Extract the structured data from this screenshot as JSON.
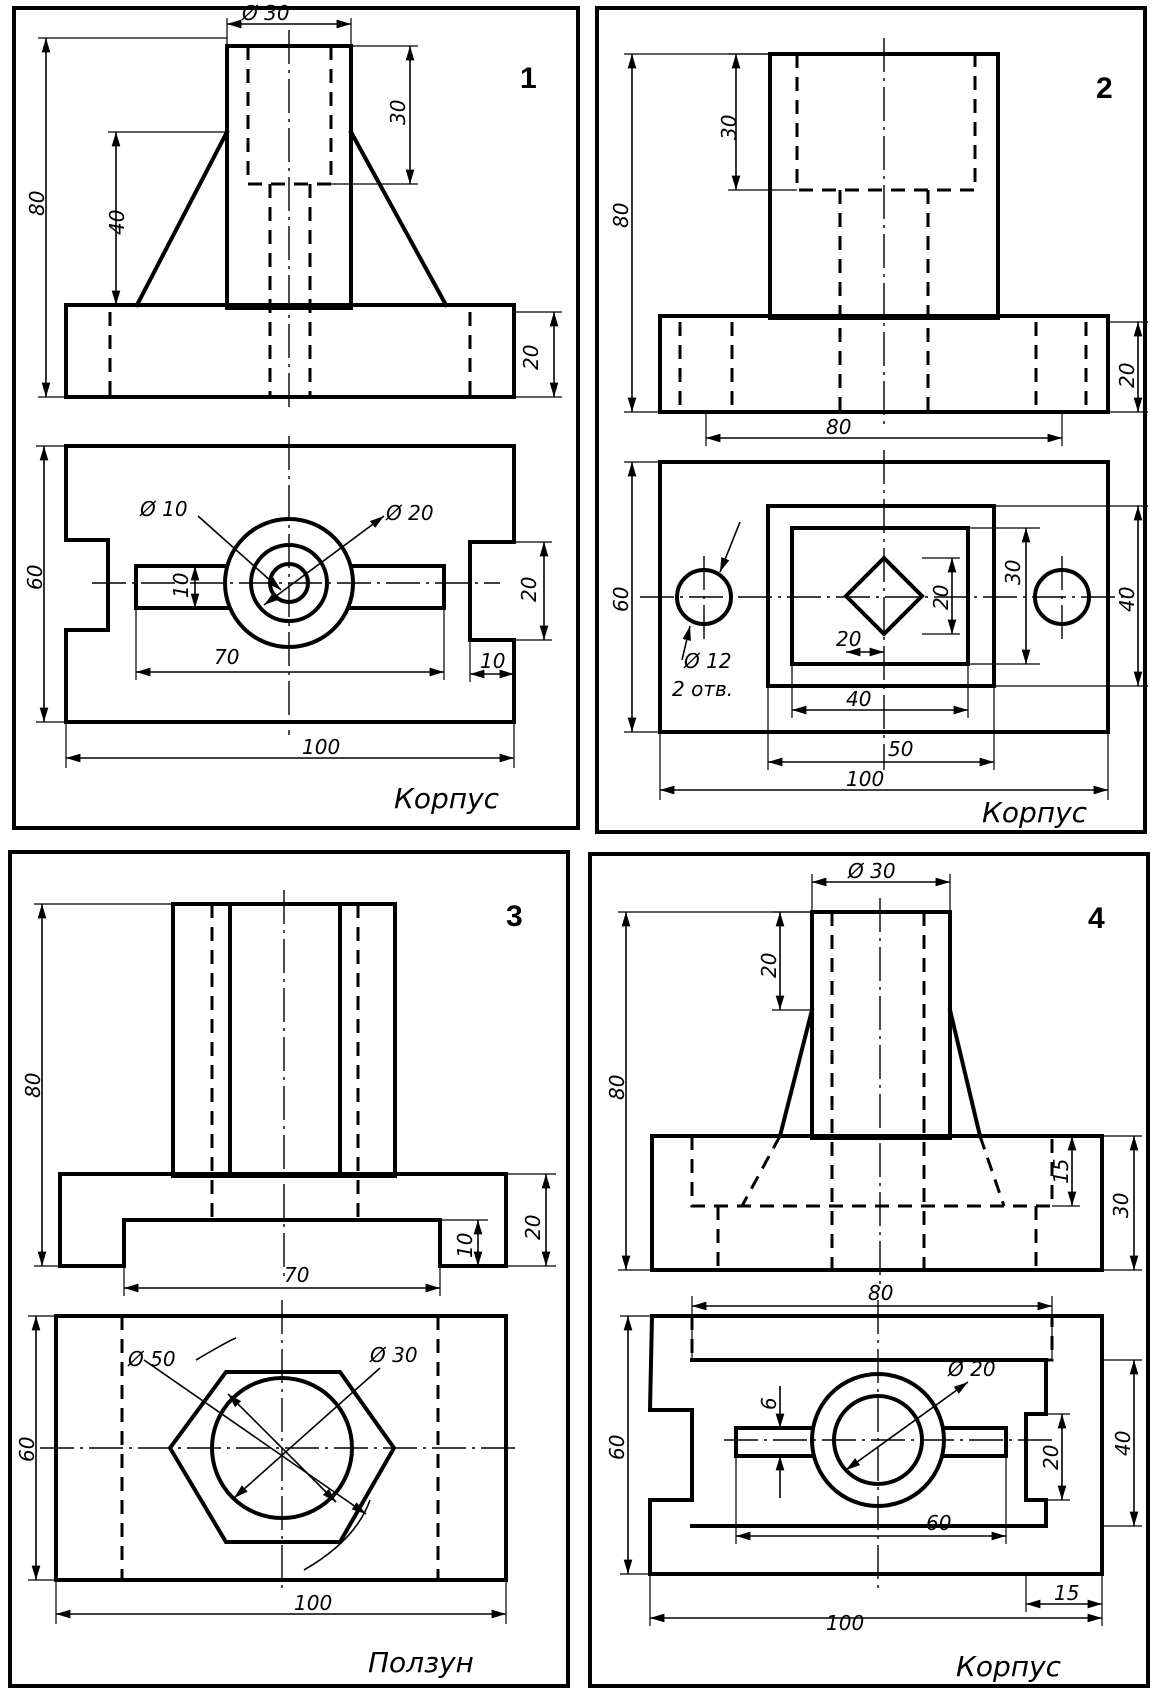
{
  "drawings": [
    {
      "number": "1",
      "caption": "Корпус",
      "dims": {
        "d30": "Ø 30",
        "h30": "30",
        "h40": "40",
        "h80": "80",
        "h20": "20",
        "d10": "Ø 10",
        "d20": "Ø 20",
        "w10": "10",
        "w20": "20",
        "w70": "70",
        "w10b": "10",
        "h60": "60",
        "w100": "100"
      }
    },
    {
      "number": "2",
      "caption": "Корпус",
      "dims": {
        "h30": "30",
        "h80": "80",
        "h20": "20",
        "w80": "80",
        "h60": "60",
        "d12": "Ø 12",
        "holes": "2 отв.",
        "w20": "20",
        "v20": "20",
        "v30": "30",
        "v40": "40",
        "w40": "40",
        "w50": "50",
        "w100": "100"
      }
    },
    {
      "number": "3",
      "caption": "Ползун",
      "dims": {
        "h80": "80",
        "h20": "20",
        "h10": "10",
        "w70": "70",
        "d50": "Ø 50",
        "d30": "Ø 30",
        "h60": "60",
        "w100": "100"
      }
    },
    {
      "number": "4",
      "caption": "Корпус",
      "dims": {
        "d30": "Ø 30",
        "h20": "20",
        "h80": "80",
        "h15": "15",
        "h30": "30",
        "w80": "80",
        "d20": "Ø 20",
        "w6": "6",
        "v20": "20",
        "v40": "40",
        "h60": "60",
        "w60": "60",
        "w100": "100",
        "w15": "15"
      }
    }
  ]
}
